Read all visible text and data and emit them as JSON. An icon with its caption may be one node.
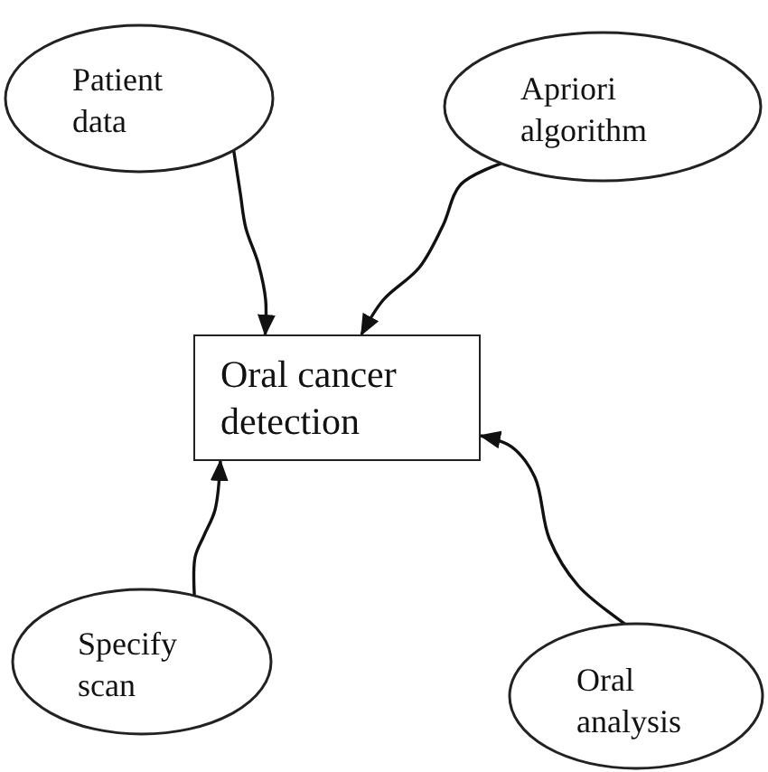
{
  "diagram": {
    "nodes": [
      {
        "text": [
          "Patient data"
        ]
      },
      {
        "text": [
          "Apriori algorithm"
        ]
      },
      {
        "text": [
          "Oral cancer detection"
        ]
      },
      {
        "text": [
          "Specify scan"
        ]
      },
      {
        "text": [
          "Oral analysis"
        ]
      }
    ],
    "edges": [
      {
        "from": 0,
        "to": 2,
        "arrow": "to"
      },
      {
        "from": 1,
        "to": 2,
        "arrow": "to"
      },
      {
        "from": 3,
        "to": 2,
        "arrow": "to"
      },
      {
        "from": 4,
        "to": 2,
        "arrow": "to"
      }
    ]
  }
}
